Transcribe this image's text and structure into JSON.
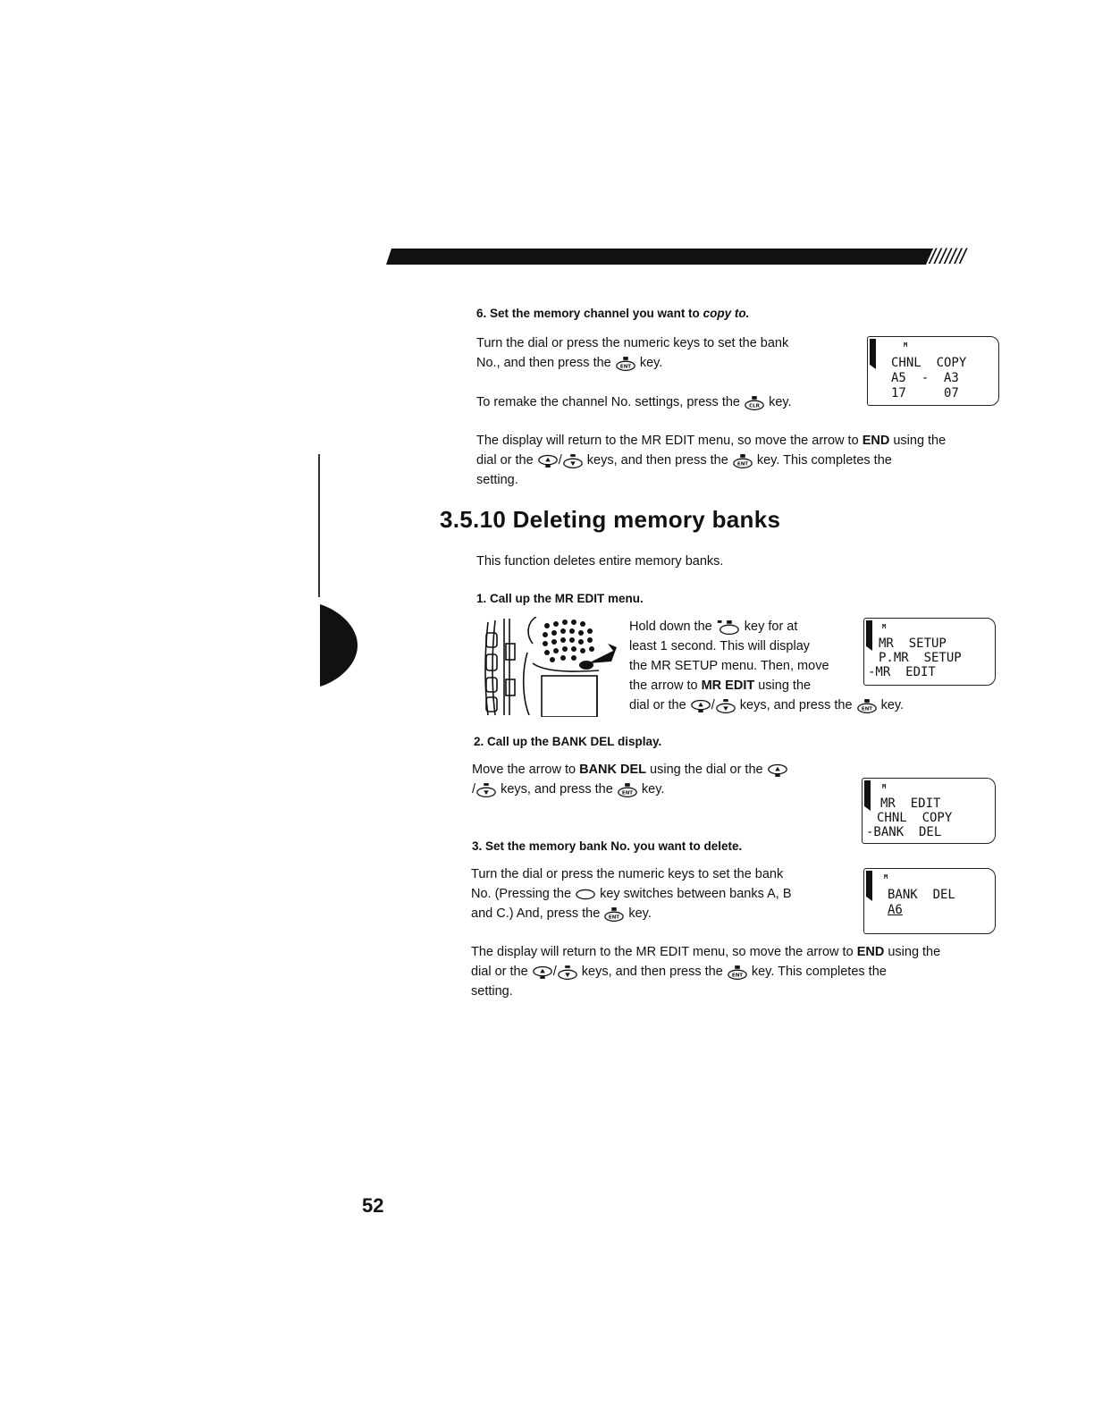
{
  "page_number": "52",
  "header_slashes": "///////",
  "step6": {
    "title_plain": "6. Set the memory channel you want to ",
    "title_emph": "copy to.",
    "p1_a": "Turn the dial or press the numeric keys to set the bank",
    "p1_b": "No., and then press the",
    "p1_c": "key.",
    "p2_a": "To remake the channel No. settings, press the",
    "p2_b": "key.",
    "p3_a": "The display will return to the MR EDIT menu, so move the arrow to ",
    "p3_b": "END",
    "p3_c": " using the",
    "p3_d": "dial or the",
    "p3_e": "/",
    "p3_f": "keys, and then press the",
    "p3_g": "key. This completes the",
    "p3_h": "setting."
  },
  "lcd1": {
    "m": "M",
    "l1": "CHNL  COPY",
    "l2": "A5  -  A3",
    "l3": "17     07"
  },
  "section": {
    "title": "3.5.10 Deleting memory banks",
    "intro": "This function deletes entire memory banks."
  },
  "step1": {
    "title_a": "1. Call up the ",
    "title_b": "MR EDIT",
    "title_c": " menu.",
    "l1_a": "Hold down the",
    "l1_b": "key for at",
    "l2": "least 1 second. This will display",
    "l3": "the MR SETUP menu. Then, move",
    "l4_a": "the arrow to ",
    "l4_b": "MR EDIT",
    "l4_c": " using the",
    "l5_a": "dial or the",
    "l5_b": "/",
    "l5_c": "keys, and press the",
    "l5_d": "key."
  },
  "lcd2": {
    "m": "M",
    "l1": "MR  SETUP",
    "l2": "P.MR  SETUP",
    "l3": "-MR  EDIT"
  },
  "step2": {
    "title": "2. Call up the BANK DEL display.",
    "l1_a": "Move the arrow to ",
    "l1_b": "BANK DEL",
    "l1_c": " using the dial or the",
    "l2_a": "/",
    "l2_b": "keys, and press the",
    "l2_c": "key."
  },
  "lcd3": {
    "m": "M",
    "l1": "MR  EDIT",
    "l2": "CHNL  COPY",
    "l3": "-BANK  DEL"
  },
  "step3": {
    "title": "3. Set the memory bank No. you want to delete.",
    "l1": "Turn the dial or press the numeric keys to set the bank",
    "l2_a": "No. (Pressing the",
    "l2_b": "key switches between banks A, B",
    "l3_a": "and C.) And, press the",
    "l3_b": "key."
  },
  "lcd4": {
    "m": "M",
    "l1": "BANK  DEL",
    "l2": "A6"
  },
  "closing": {
    "a": "The display will return to the MR EDIT menu, so move the arrow to ",
    "b": "END",
    "c": " using the",
    "d": "dial or the",
    "e": "/",
    "f": "keys, and then press the",
    "g": "key. This completes the",
    "h": "setting."
  }
}
